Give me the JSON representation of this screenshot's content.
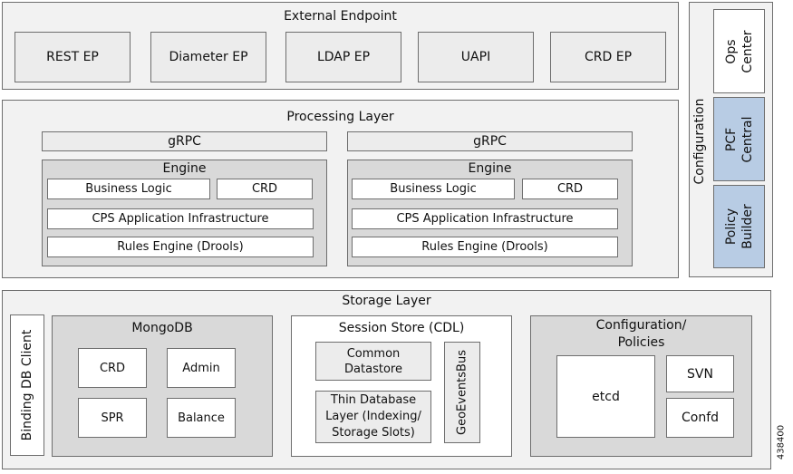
{
  "external_endpoint": {
    "title": "External Endpoint",
    "endpoints": [
      "REST EP",
      "Diameter EP",
      "LDAP EP",
      "UAPI",
      "CRD EP"
    ]
  },
  "processing_layer": {
    "title": "Processing Layer",
    "stacks": [
      {
        "grpc": "gRPC",
        "engine_title": "Engine",
        "business_logic": "Business Logic",
        "crd": "CRD",
        "cps_infra": "CPS Application Infrastructure",
        "rules_engine": "Rules Engine (Drools)"
      },
      {
        "grpc": "gRPC",
        "engine_title": "Engine",
        "business_logic": "Business Logic",
        "crd": "CRD",
        "cps_infra": "CPS Application Infrastructure",
        "rules_engine": "Rules Engine (Drools)"
      }
    ]
  },
  "configuration": {
    "title": "Configuration",
    "ops_center": [
      "Ops",
      "Center"
    ],
    "pcf_central": [
      "PCF",
      "Central"
    ],
    "policy_builder": [
      "Policy",
      "Builder"
    ]
  },
  "storage_layer": {
    "title": "Storage Layer",
    "binding_db_client": "Binding DB Client",
    "mongodb": {
      "title": "MongoDB",
      "items": [
        "CRD",
        "Admin",
        "SPR",
        "Balance"
      ]
    },
    "session_store": {
      "title": "Session Store (CDL)",
      "common_datastore": [
        "Common",
        "Datastore"
      ],
      "thin_db_layer": [
        "Thin Database",
        "Layer (Indexing/",
        "Storage Slots)"
      ],
      "geo_events_bus": "GeoEventsBus"
    },
    "config_policies": {
      "title": [
        "Configuration/",
        "Policies"
      ],
      "etcd": "etcd",
      "svn": "SVN",
      "confd": "Confd"
    }
  },
  "figure_id": "438400",
  "colors": {
    "outer": "#f2f2f2",
    "grey": "#d9d9d9",
    "blue": "#b8cce4",
    "border": "#6e6e6e"
  }
}
